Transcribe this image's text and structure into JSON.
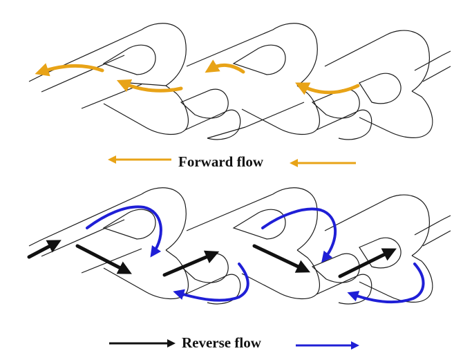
{
  "title": "",
  "panels": [
    {
      "name": "forward",
      "caption": "Forward flow",
      "arrow_color": "#e8a317"
    },
    {
      "name": "reverse",
      "caption": "Reverse flow",
      "arrow_colors": {
        "main": "#111111",
        "bypass": "#1f1fd6"
      }
    }
  ],
  "colors": {
    "outline": "#1a1a1a",
    "forward": "#e8a317",
    "reverse_main": "#111111",
    "reverse_bypass": "#1f1fd6",
    "background": "#ffffff"
  }
}
